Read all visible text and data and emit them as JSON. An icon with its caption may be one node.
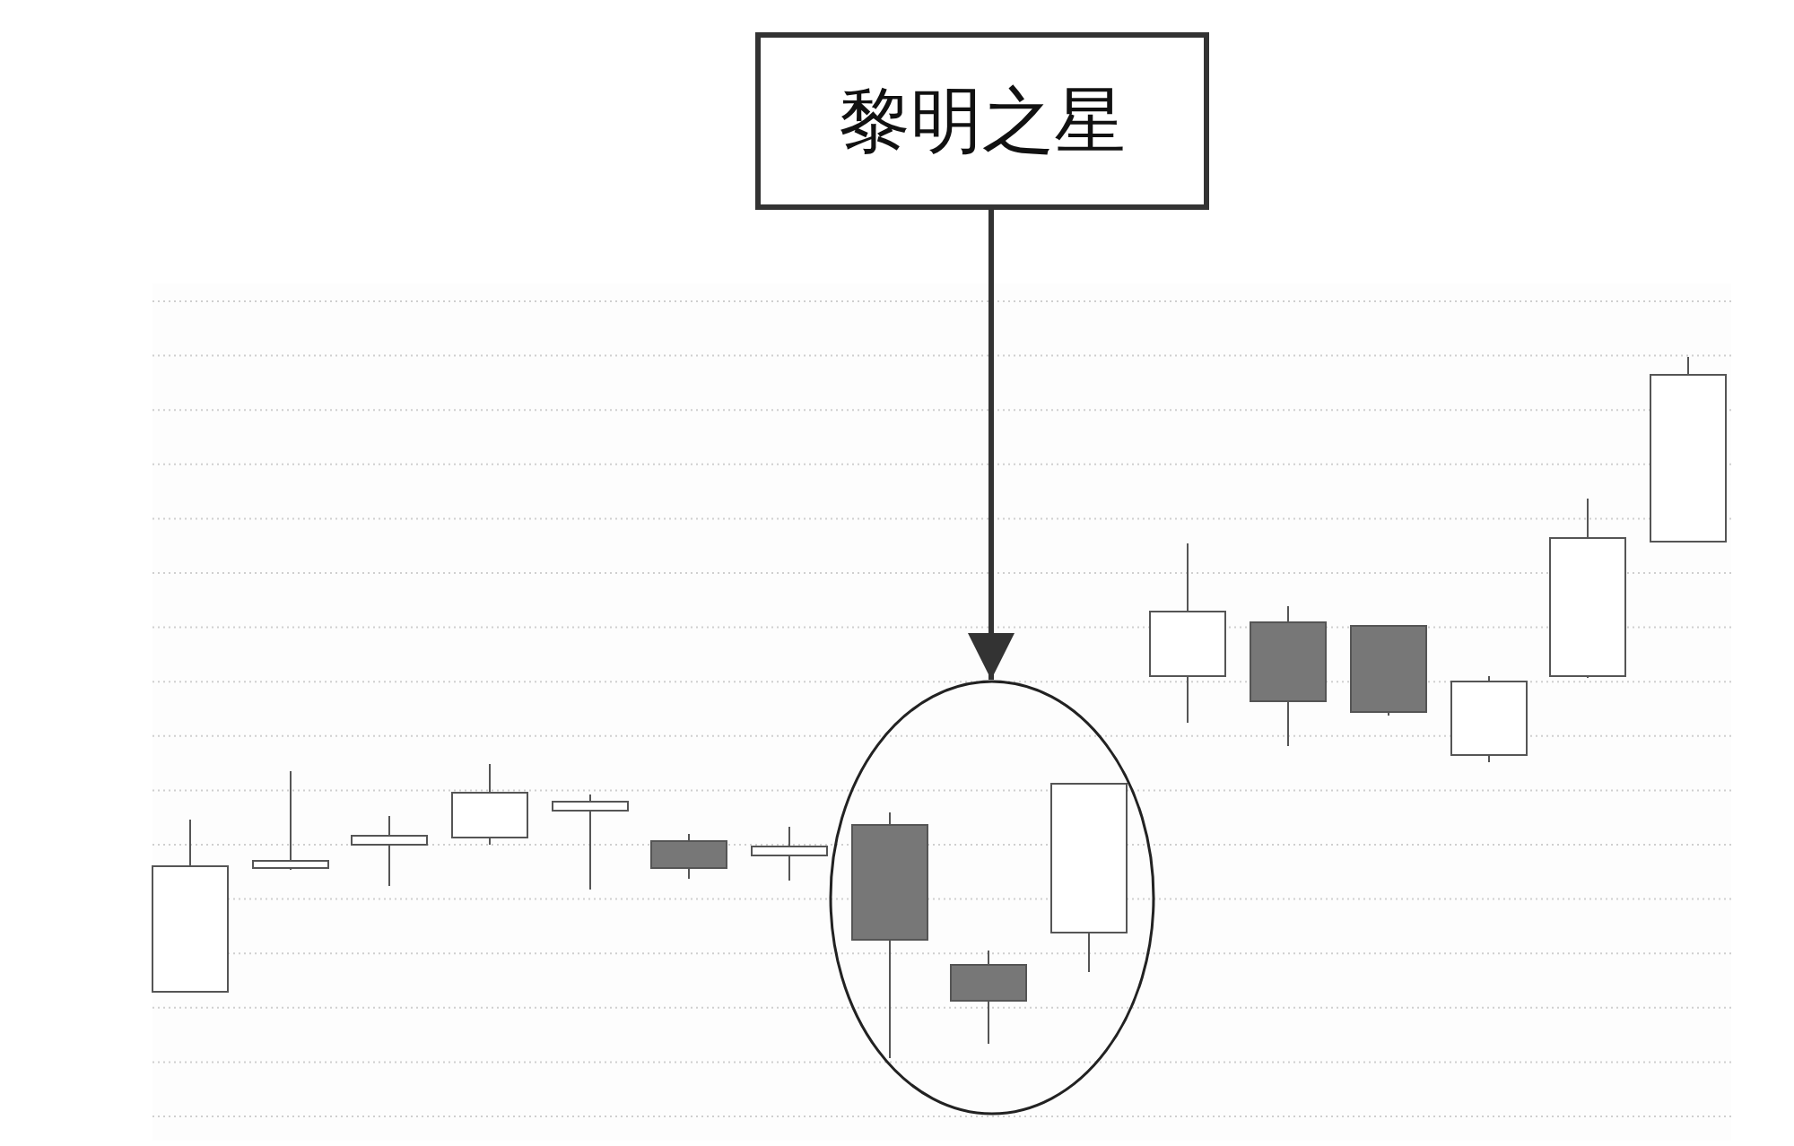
{
  "diagram": {
    "nodes": [
      {
        "text": [
          "黎明之星"
        ]
      },
      {
        "text": [],
        "shape": "circle"
      }
    ],
    "edges": [
      {
        "from": 0,
        "to": 1,
        "arrow": "to"
      }
    ]
  }
}
